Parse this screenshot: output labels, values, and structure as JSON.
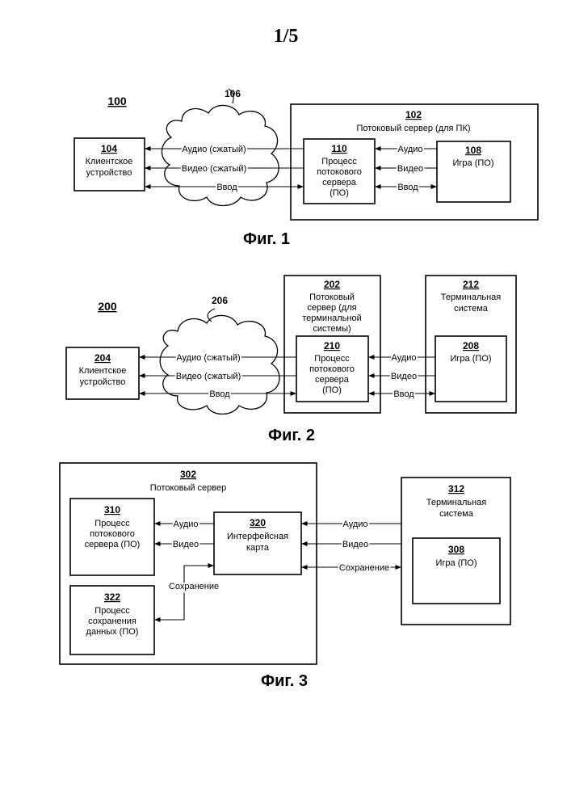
{
  "page_number": "1/5",
  "fig1": {
    "system_ref": "100",
    "network_ref": "106",
    "server": {
      "ref": "102",
      "label": "Потоковый сервер (для ПК)"
    },
    "client": {
      "ref": "104",
      "line1": "Клиентское",
      "line2": "устройство"
    },
    "process": {
      "ref": "110",
      "line1": "Процесс",
      "line2": "потокового",
      "line3": "сервера",
      "line4": "(ПО)"
    },
    "game": {
      "ref": "108",
      "label": "Игра (ПО)"
    },
    "links": {
      "audio_compressed": "Аудио (сжатый)",
      "video_compressed": "Видео (сжатый)",
      "input": "Ввод",
      "audio": "Аудио",
      "video": "Видео",
      "input2": "Ввод"
    },
    "caption": "Фиг. 1"
  },
  "fig2": {
    "system_ref": "200",
    "network_ref": "206",
    "server": {
      "ref": "202",
      "line1": "Потоковый",
      "line2": "сервер (для",
      "line3": "терминальной",
      "line4": "системы)"
    },
    "terminal": {
      "ref": "212",
      "line1": "Терминальная",
      "line2": "система"
    },
    "client": {
      "ref": "204",
      "line1": "Клиентское",
      "line2": "устройство"
    },
    "process": {
      "ref": "210",
      "line1": "Процесс",
      "line2": "потокового",
      "line3": "сервера",
      "line4": "(ПО)"
    },
    "game": {
      "ref": "208",
      "label": "Игра (ПО)"
    },
    "links": {
      "audio_compressed": "Аудио (сжатый)",
      "video_compressed": "Видео (сжатый)",
      "input": "Ввод",
      "audio": "Аудио",
      "video": "Видео",
      "input2": "Ввод"
    },
    "caption": "Фиг. 2"
  },
  "fig3": {
    "server": {
      "ref": "302",
      "label": "Потоковый сервер"
    },
    "process": {
      "ref": "310",
      "line1": "Процесс",
      "line2": "потокового",
      "line3": "сервера (ПО)"
    },
    "card": {
      "ref": "320",
      "line1": "Интерфейсная",
      "line2": "карта"
    },
    "save_process": {
      "ref": "322",
      "line1": "Процесс",
      "line2": "сохранения",
      "line3": "данных (ПО)"
    },
    "terminal": {
      "ref": "312",
      "line1": "Терминальная",
      "line2": "система"
    },
    "game": {
      "ref": "308",
      "label": "Игра (ПО)"
    },
    "links": {
      "audio_in": "Аудио",
      "video_in": "Видео",
      "audio_out": "Аудио",
      "video_out": "Видео",
      "save_ext": "Сохранение",
      "save_int": "Сохранение"
    },
    "caption": "Фиг. 3"
  }
}
